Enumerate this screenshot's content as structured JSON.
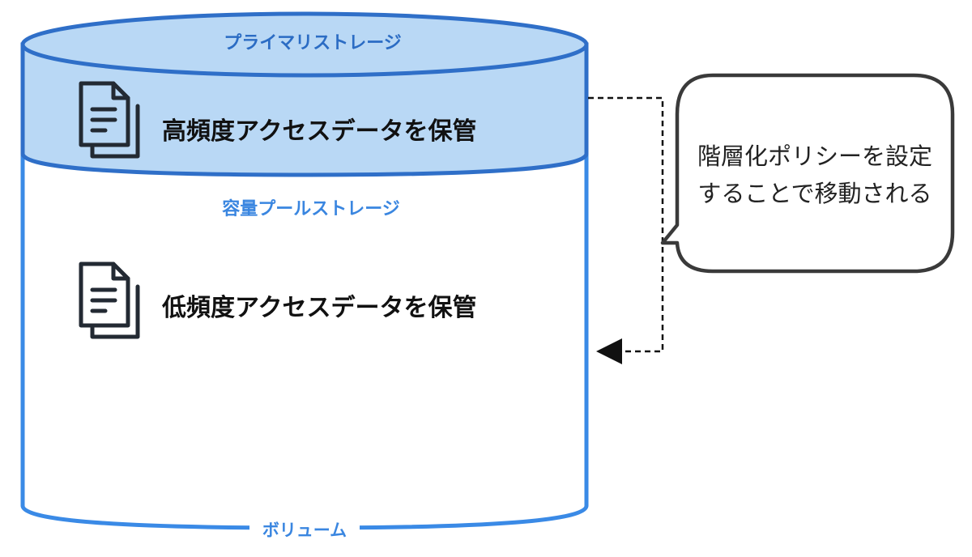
{
  "diagram": {
    "primary_storage_label": "プライマリストレージ",
    "hot_data_label": "高頻度アクセスデータを保管",
    "pool_storage_label": "容量プールストレージ",
    "cold_data_label": "低頻度アクセスデータを保管",
    "volume_label": "ボリューム",
    "callout_lines": [
      "階層化ポリシーを設定",
      "することで移動される"
    ]
  },
  "colors": {
    "primary_fill": "#b9d8f5",
    "primary_stroke": "#2f6fc8",
    "pool_stroke": "#3a8ae6",
    "callout_stroke": "#3a3a3a",
    "connector": "#111111"
  },
  "icons": [
    "document-icon",
    "document-icon"
  ]
}
